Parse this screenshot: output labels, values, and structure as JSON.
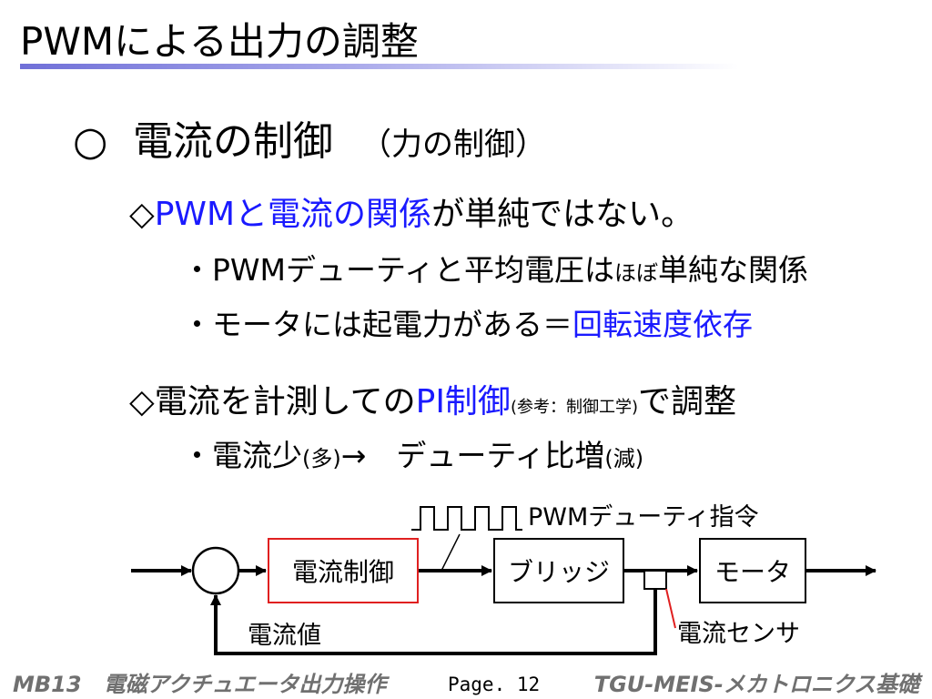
{
  "title": "PWMによる出力の調整",
  "section": {
    "marker": "○",
    "heading": "電流の制御",
    "subheading": "（力の制御）"
  },
  "point1": {
    "diamond": "◇",
    "blue_part": "PWMと電流の関係",
    "rest": "が単純ではない。",
    "bullets": [
      {
        "bullet": "・",
        "pre": "PWMデューティと平均電圧は",
        "small": "ほぼ",
        "post": "単純な関係"
      },
      {
        "bullet": "・",
        "pre": "モータには起電力がある＝",
        "blue": "回転速度依存"
      }
    ]
  },
  "point2": {
    "diamond": "◇",
    "pre": "電流を計測しての",
    "blue_part": "PI制御",
    "paren": "(参考：制御工学)",
    "post": "で調整",
    "bullet": {
      "bullet": "・",
      "pre": "電流少",
      "paren1": "(多)",
      "mid": "→　デューティ比増",
      "paren2": "(減)"
    }
  },
  "diagram": {
    "box_control": "電流制御",
    "box_bridge": "ブリッジ",
    "box_motor": "モータ",
    "label_pwm": "PWMデューティ指令",
    "label_feedback": "電流値",
    "label_sensor": "電流センサ",
    "colors": {
      "control_border": "#e02020",
      "sensor_leader": "#e02020"
    }
  },
  "footer": {
    "left": "MB13　電磁アクチュエータ出力操作",
    "page": "Page. 12",
    "right": "TGU-MEIS-メカトロニクス基礎"
  },
  "colors": {
    "accent_blue": "#1a1aff",
    "title_rule": "#7070d8",
    "footer_gray": "#707070"
  }
}
